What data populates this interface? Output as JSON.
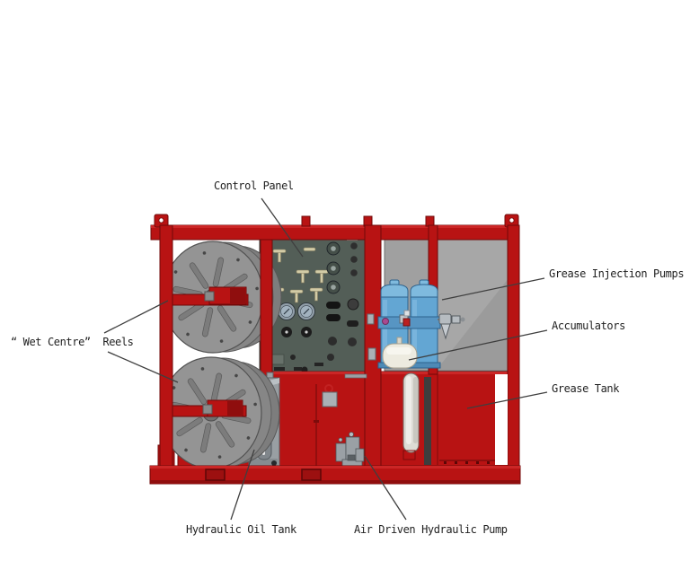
{
  "page": {
    "background_color": "#ffffff"
  },
  "diagram": {
    "type": "labeled technical illustration",
    "callouts": {
      "control_panel": "Control Panel",
      "grease_injection_pumps": "Grease Injection Pumps",
      "accumulators": "Accumulators",
      "grease_tank": "Grease Tank",
      "wet_centre_reels": "“ Wet Centre”  Reels",
      "hydraulic_oil_tank": "Hydraulic Oil Tank",
      "air_driven_hydraulic_pump": "Air Driven Hydraulic Pump"
    },
    "colors": {
      "frame_red": "#b81313",
      "frame_red_dark": "#6f0909",
      "frame_red_light": "#cb2626",
      "back_panel_gray": "#a5a5a5",
      "control_panel_gray_green": "#535e57",
      "pump_blue": "#63a6d3",
      "accumulator_white": "#eceade",
      "reel_gray": "#949494",
      "tank_gray": "#999fa3",
      "leader_line": "#3f3f3f",
      "label_text": "#1f1f1f"
    }
  }
}
